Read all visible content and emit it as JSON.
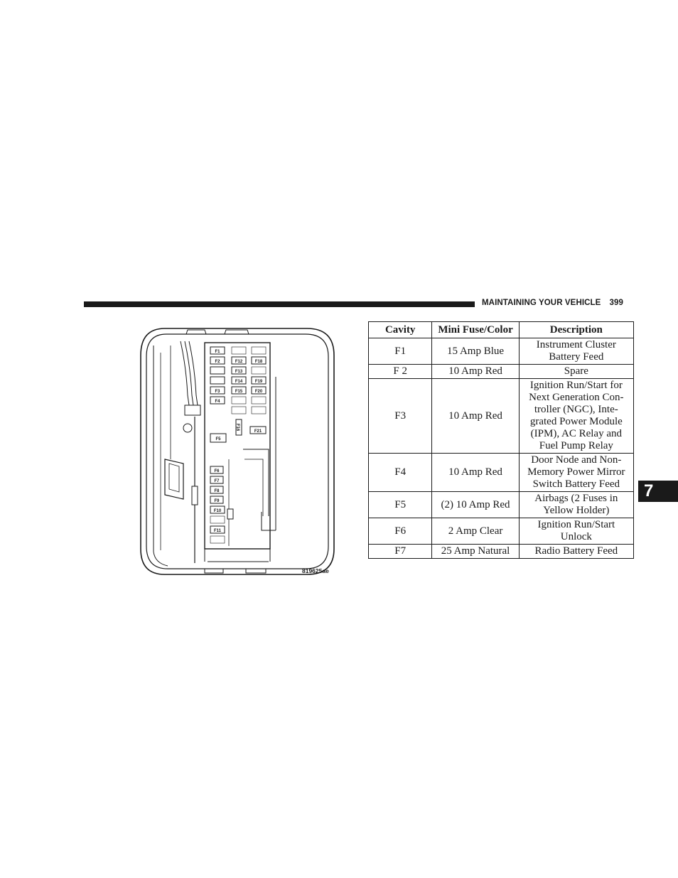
{
  "header": {
    "section_title": "MAINTAINING YOUR VEHICLE",
    "page_number": "399"
  },
  "diagram": {
    "figure_code": "819625ae",
    "fuse_labels": [
      "F1",
      "F2",
      "F3",
      "F4",
      "F5",
      "F6",
      "F7",
      "F8",
      "F9",
      "F10",
      "F11",
      "F12",
      "F13",
      "F14",
      "F15",
      "F16",
      "F18",
      "F19",
      "F20",
      "F21"
    ]
  },
  "table": {
    "headers": [
      "Cavity",
      "Mini Fuse/Color",
      "Description"
    ],
    "rows": [
      {
        "cavity": "F1",
        "fuse": "15 Amp Blue",
        "description": "Instrument Cluster Battery Feed"
      },
      {
        "cavity": "F 2",
        "fuse": "10 Amp Red",
        "description": "Spare"
      },
      {
        "cavity": "F3",
        "fuse": "10 Amp Red",
        "description": "Ignition Run/Start for Next Generation Con- troller (NGC), Inte- grated Power Module (IPM), AC Relay and Fuel Pump Relay"
      },
      {
        "cavity": "F4",
        "fuse": "10 Amp Red",
        "description": "Door Node and Non- Memory Power Mirror Switch Battery Feed"
      },
      {
        "cavity": "F5",
        "fuse": "(2) 10 Amp Red",
        "description": "Airbags (2 Fuses in Yellow Holder)"
      },
      {
        "cavity": "F6",
        "fuse": "2 Amp Clear",
        "description": "Ignition Run/Start Unlock"
      },
      {
        "cavity": "F7",
        "fuse": "25 Amp Natural",
        "description": "Radio Battery Feed"
      }
    ]
  },
  "chapter_tab": "7"
}
